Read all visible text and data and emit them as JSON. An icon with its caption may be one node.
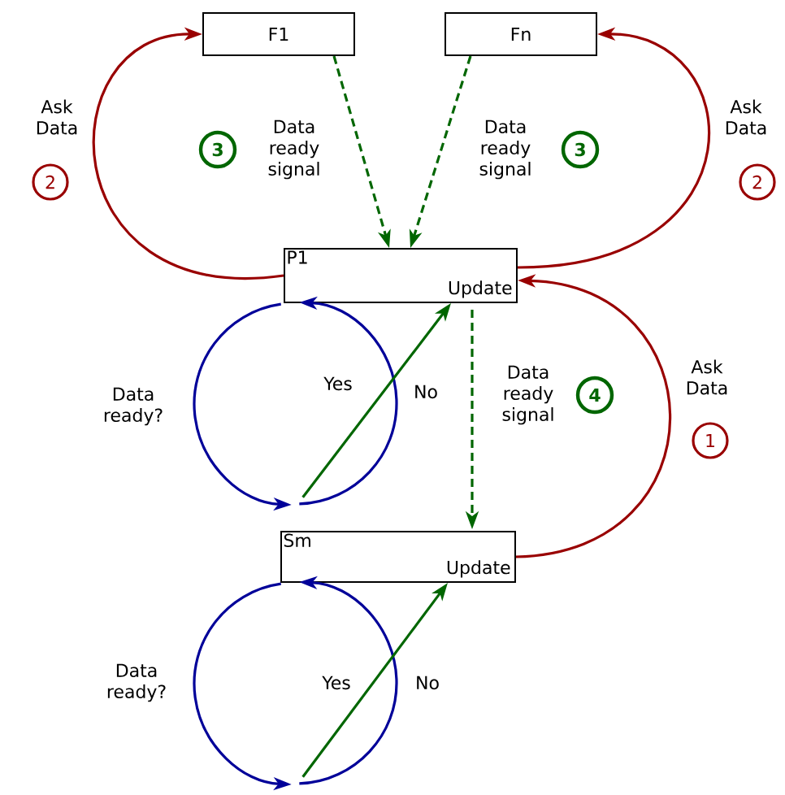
{
  "diagram": {
    "nodes": [
      {
        "text": [
          "F1"
        ]
      },
      {
        "text": [
          "Fn"
        ]
      },
      {
        "text": [
          "3"
        ]
      },
      {
        "text": [
          "3"
        ]
      },
      {
        "text": [
          "2"
        ]
      },
      {
        "text": [
          "2"
        ]
      },
      {
        "text": [
          "P1",
          "Update"
        ]
      },
      {
        "text": [
          "4"
        ]
      },
      {
        "text": [
          "1"
        ]
      },
      {
        "text": [
          "Sm",
          "Update"
        ]
      }
    ],
    "edges": [
      {
        "from": 6,
        "to": 0,
        "arrow": "to",
        "label": "Ask Data",
        "color": "#990000"
      },
      {
        "from": 6,
        "to": 1,
        "arrow": "to",
        "label": "Ask Data",
        "color": "#990000"
      },
      {
        "from": 0,
        "to": 6,
        "arrow": "to",
        "label": "Data ready signal",
        "style": "dashed",
        "color": "#006600"
      },
      {
        "from": 1,
        "to": 6,
        "arrow": "to",
        "label": "Data ready signal",
        "style": "dashed",
        "color": "#006600"
      },
      {
        "from": 6,
        "to": 9,
        "arrow": "to",
        "label": "Data ready signal",
        "style": "dashed",
        "color": "#006600"
      },
      {
        "from": 9,
        "to": 6,
        "arrow": "to",
        "label": "Ask Data",
        "color": "#990000"
      },
      {
        "from": 6,
        "to": null,
        "arrow": "to",
        "label": "Data ready?",
        "color": "#000099"
      },
      {
        "from": null,
        "to": 6,
        "arrow": "to",
        "label": "No",
        "color": "#000099"
      },
      {
        "from": null,
        "to": 6,
        "arrow": "to",
        "label": "Yes",
        "color": "#006600"
      },
      {
        "from": 9,
        "to": null,
        "arrow": "to",
        "label": "Data ready?",
        "color": "#000099"
      },
      {
        "from": null,
        "to": 9,
        "arrow": "to",
        "label": "No",
        "color": "#000099"
      },
      {
        "from": null,
        "to": 9,
        "arrow": "to",
        "label": "Yes",
        "color": "#006600"
      }
    ]
  }
}
